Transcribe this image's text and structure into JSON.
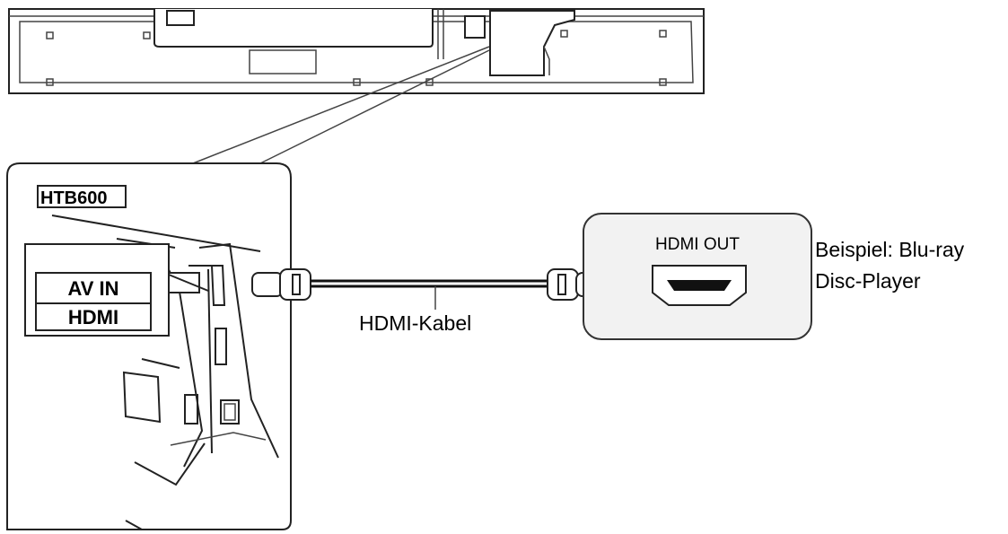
{
  "model_label": "HTB600",
  "terminal_labels": {
    "line1": "AV IN",
    "line2": "HDMI"
  },
  "cable_label": "HDMI-Kabel",
  "player_port_label": "HDMI OUT",
  "player_caption": {
    "line1": "Beispiel: Blu-ray",
    "line2": "Disc-Player"
  }
}
